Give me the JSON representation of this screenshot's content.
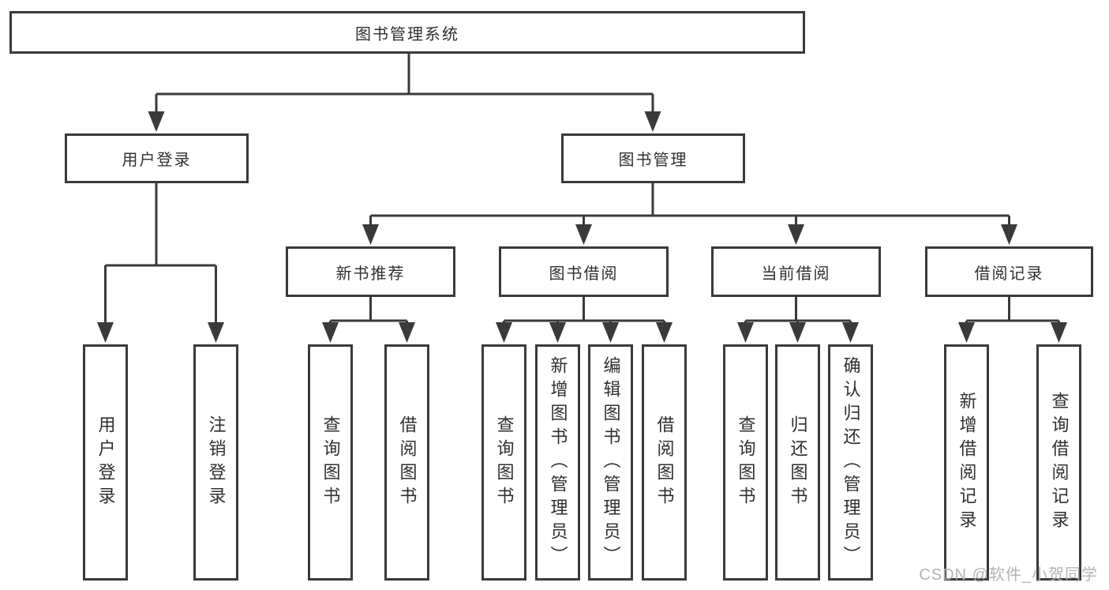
{
  "diagram": {
    "root": "图书管理系统",
    "branches": [
      {
        "label": "用户登录",
        "leaves": [
          "用户登录",
          "注销登录"
        ]
      },
      {
        "label": "图书管理",
        "sections": [
          {
            "label": "新书推荐",
            "leaves": [
              "查询图书",
              "借阅图书"
            ]
          },
          {
            "label": "图书借阅",
            "leaves": [
              "查询图书",
              "新增图书（管理员）",
              "编辑图书（管理员）",
              "借阅图书"
            ]
          },
          {
            "label": "当前借阅",
            "leaves": [
              "查询图书",
              "归还图书",
              "确认归还（管理员）"
            ]
          },
          {
            "label": "借阅记录",
            "leaves": [
              "新增借阅记录",
              "查询借阅记录"
            ]
          }
        ]
      }
    ]
  },
  "watermark": {
    "text": "CSDN @软件_小贺同学"
  },
  "colors": {
    "line": "#3a3a3a",
    "border": "#3a3a3a",
    "text": "#2f2f2f",
    "watermark": "#b0b0b0",
    "background": "#ffffff"
  }
}
